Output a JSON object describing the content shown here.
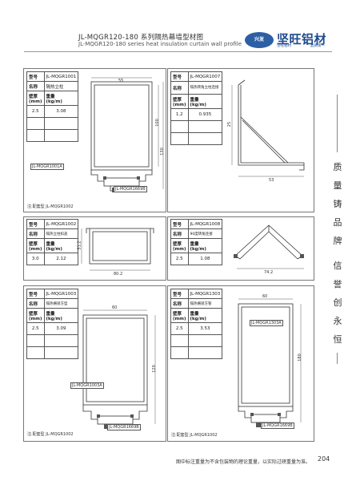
{
  "header": {
    "title": "JL-MQGR120-180 系列隔热幕墙型材图",
    "subtitle": "JL-MQGR120-180 series heat insulation curtain wall profile",
    "logo_badge": "兴发",
    "logo_name": "坚旺铝材",
    "logo_tagline_left": "坚旺铝材",
    "logo_tagline_right": "品质第一"
  },
  "spec_labels": {
    "model": "型号",
    "name": "名称",
    "thickness": "壁厚",
    "thickness_unit": "(mm)",
    "weight": "重量",
    "weight_unit": "(kg/m)"
  },
  "panels": [
    {
      "model": "JL-MQGR1001",
      "name": "隔热立柱",
      "thickness": "2.5",
      "weight": "3.08",
      "part_label": "JL-MQGR1001A",
      "part_label_2": "JL-MQGR1669B",
      "companion": "注:配套型  JL-MQGR1002",
      "dim_width": "55",
      "dim_height_inner": "100",
      "dim_height_total": "130"
    },
    {
      "model": "JL-MQGR1007",
      "name": "隔热转角立柱连接",
      "thickness": "1.2",
      "weight": "0.935",
      "dim_a": "53",
      "dim_b": "25"
    },
    {
      "model": "JL-MQGR1002",
      "name": "隔热立柱扣盖",
      "thickness": "3.0",
      "weight": "2.12",
      "dim_width": "80.2",
      "dim_height": "51.2"
    },
    {
      "model": "JL-MQGR1008",
      "name": "90度转角连接",
      "thickness": "2.5",
      "weight": "1.08",
      "dim_width": "74.2"
    },
    {
      "model": "JL-MQGR1003",
      "name": "隔热横梁方型",
      "thickness": "2.5",
      "weight": "3.09",
      "part_label": "JL-MQGR1003A",
      "part_label_2": "JL-MQGR1669B",
      "companion": "注:配套型  JL-MQGR1002",
      "dim_width": "60",
      "dim_height": "120"
    },
    {
      "model": "JL-MQGR1303",
      "name": "隔热横梁方管",
      "thickness": "2.5",
      "weight": "3.53",
      "part_label": "JL-MQGR1303A",
      "part_label_2": "JL-MQGR1669B",
      "companion": "注:配套型  JL-MQGR1002",
      "dim_width": "60",
      "dim_height": "180"
    }
  ],
  "slogan": [
    "质",
    "量",
    "铸",
    "品",
    "牌",
    "信",
    "誉",
    "创",
    "永",
    "恒"
  ],
  "footer": {
    "note": "图中标注重量为不含包装物的理论重量，以实际过磅重量为准。",
    "page": "204"
  }
}
